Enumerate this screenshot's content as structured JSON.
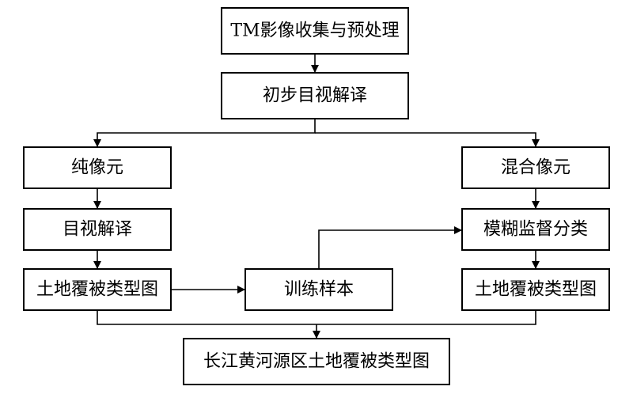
{
  "nodes": {
    "tm_collect": "TM影像收集与预处理",
    "initial_interpret": "初步目视解译",
    "pure_pixel": "纯像元",
    "mixed_pixel": "混合像元",
    "visual_interpret": "目视解译",
    "fuzzy_supervised": "模糊监督分类",
    "landcover_left": "土地覆被类型图",
    "training_samples": "训练样本",
    "landcover_right": "土地覆被类型图",
    "final_map": "长江黄河源区土地覆被类型图"
  }
}
